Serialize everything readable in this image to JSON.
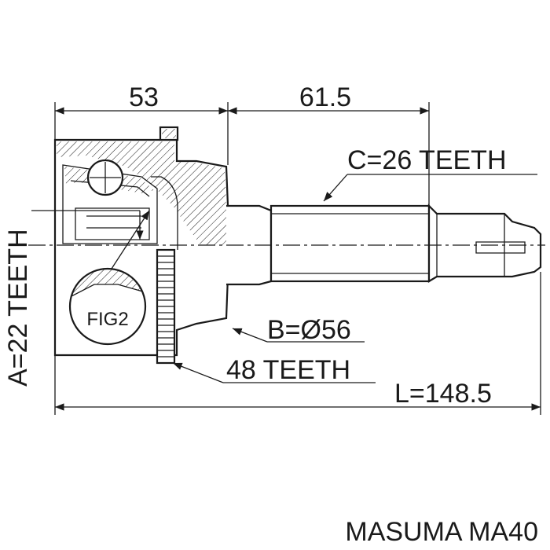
{
  "dimensions": {
    "housing_length": "53",
    "shaft_length": "61.5",
    "outer_spline": "C=26 TEETH",
    "inner_spline": "A=22 TEETH",
    "seal_diameter": "B=Ø56",
    "abs_ring": "48 TEETH",
    "total_length": "L=148.5"
  },
  "detail_label": "FIG2",
  "brand": "MASUMA MA40"
}
